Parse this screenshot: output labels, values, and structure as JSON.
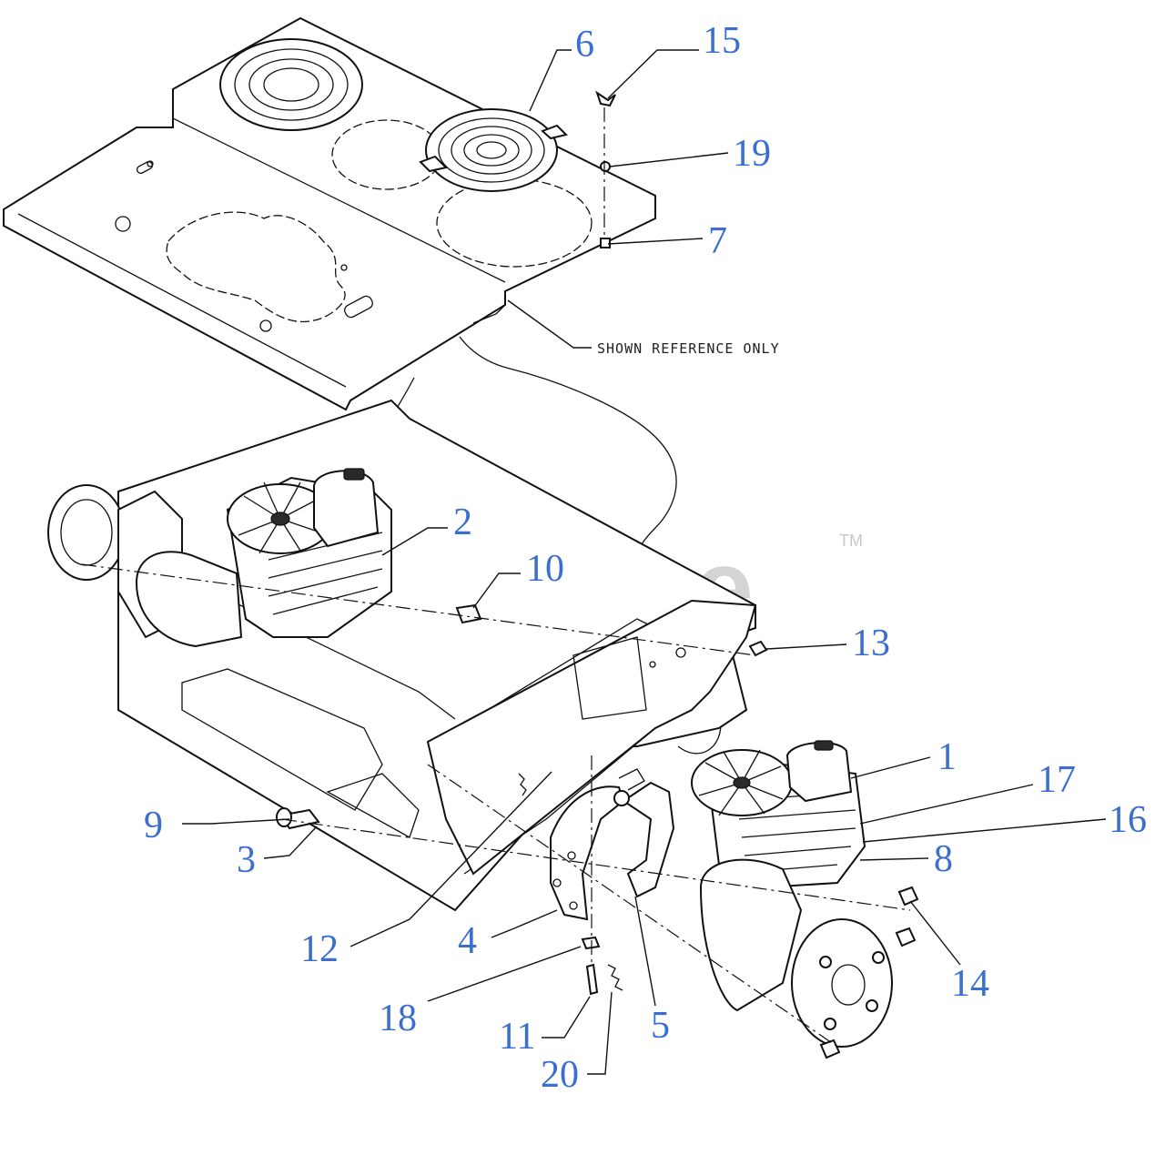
{
  "diagram": {
    "reference_note": "SHOWN REFERENCE ONLY",
    "watermark": {
      "text": "PartsTree",
      "trademark": "TM"
    },
    "callouts": [
      "1",
      "2",
      "3",
      "4",
      "5",
      "6",
      "7",
      "8",
      "9",
      "10",
      "11",
      "12",
      "13",
      "14",
      "15",
      "16",
      "17",
      "18",
      "19",
      "20"
    ]
  }
}
